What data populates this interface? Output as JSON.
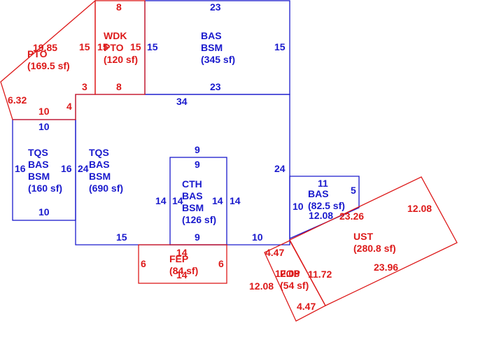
{
  "colors": {
    "blue": "#1a1acd",
    "red": "#dd1a1a"
  },
  "areas": [
    {
      "id": "bas-bsm-top",
      "color": "blue",
      "lines": [
        "BAS",
        "BSM",
        "(345 sf)"
      ],
      "dims": [
        "23",
        "15",
        "15",
        "23"
      ]
    },
    {
      "id": "wdk-pto",
      "color": "red",
      "lines": [
        "WDK",
        "PTO",
        "(120 sf)"
      ],
      "dims": [
        "8",
        "15",
        "15",
        "8"
      ]
    },
    {
      "id": "pto",
      "color": "red",
      "lines": [
        "PTO",
        "(169.5 sf)"
      ],
      "dims": [
        "19.85",
        "15",
        "3",
        "4",
        "10",
        "6.32"
      ]
    },
    {
      "id": "tqs-bas-bsm-main",
      "color": "blue",
      "lines": [
        "TQS",
        "BAS",
        "BSM",
        "(690 sf)"
      ],
      "dims": [
        "34",
        "24",
        "24",
        "15",
        "10"
      ]
    },
    {
      "id": "tqs-bas-bsm-left",
      "color": "blue",
      "lines": [
        "TQS",
        "BAS",
        "BSM",
        "(160 sf)"
      ],
      "dims": [
        "10",
        "16",
        "16",
        "10"
      ]
    },
    {
      "id": "cth-bas-bsm",
      "color": "blue",
      "lines": [
        "CTH",
        "BAS",
        "BSM",
        "(126 sf)"
      ],
      "dims": [
        "9",
        "9",
        "14",
        "14",
        "14",
        "14",
        "9"
      ]
    },
    {
      "id": "bas-right",
      "color": "blue",
      "lines": [
        "BAS",
        "(82.5 sf)"
      ],
      "dims": [
        "11",
        "5",
        "10",
        "12.08"
      ]
    },
    {
      "id": "fep",
      "color": "red",
      "lines": [
        "FEP",
        "(84 sf)"
      ],
      "dims": [
        "14",
        "6",
        "6",
        "14"
      ]
    },
    {
      "id": "ust",
      "color": "red",
      "lines": [
        "UST",
        "(280.8 sf)"
      ],
      "dims": [
        "23.26",
        "12.08",
        "23.96",
        "11.72",
        "12.08"
      ]
    },
    {
      "id": "fop",
      "color": "red",
      "lines": [
        "FOP",
        "(54 sf)"
      ],
      "dims": [
        "4.47",
        "12.08",
        "4.47"
      ]
    }
  ]
}
